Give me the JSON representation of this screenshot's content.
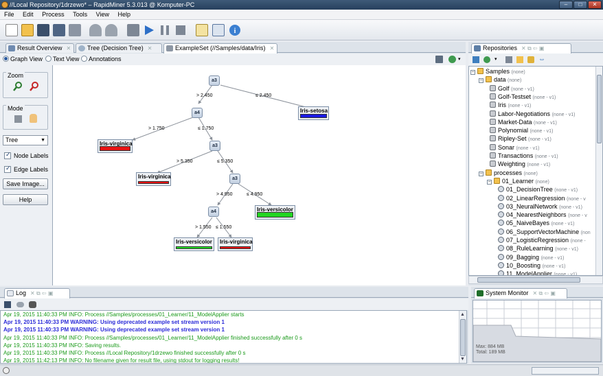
{
  "window": {
    "title": "//Local Repository/1drzewo* – RapidMiner 5.3.013 @ Komputer-PC",
    "min": "–",
    "max": "□",
    "close": "✕"
  },
  "menu": [
    "File",
    "Edit",
    "Process",
    "Tools",
    "View",
    "Help"
  ],
  "toolbar": {
    "icons": [
      "new-file-icon",
      "open-folder-icon",
      "save-icon",
      "save-as-icon",
      "print-icon",
      "undo-icon",
      "redo-icon",
      "stop-process-icon",
      "run-icon",
      "pause-icon",
      "stop-icon",
      "validate-icon",
      "wizard-icon",
      "info-icon"
    ]
  },
  "result_tabs": [
    {
      "label": "Result Overview"
    },
    {
      "label": "Tree (Decision Tree)"
    },
    {
      "label": "ExampleSet (//Samples/data/Iris)"
    }
  ],
  "view_modes": {
    "graph": "Graph View",
    "text": "Text View",
    "annotations": "Annotations"
  },
  "left_panel": {
    "zoom_label": "Zoom",
    "mode_label": "Mode",
    "tree_select": "Tree",
    "node_labels": "Node Labels",
    "edge_labels": "Edge Labels",
    "save_image": "Save Image...",
    "help": "Help"
  },
  "tree": {
    "nodes": {
      "n1": "a3",
      "n2": "a4",
      "n3": "a3",
      "n4": "a3",
      "n5": "a4"
    },
    "edges": {
      "e1": "> 2.450",
      "e2": "≤ 2.450",
      "e3": "> 1.750",
      "e4": "≤ 1.750",
      "e5": "> 5.350",
      "e6": "≤ 5.350",
      "e7": "> 4.950",
      "e8": "≤ 4.950",
      "e9": "> 1.550",
      "e10": "≤ 1.550"
    },
    "leaves": {
      "l1": "Iris-setosa",
      "l2": "Iris-virginica",
      "l3": "Iris-virginica",
      "l4": "Iris-versicolor",
      "l5": "Iris-versicolor",
      "l6": "Iris-virginica"
    },
    "colors": {
      "setosa": "#1a1ae6",
      "virginica": "#e81414",
      "versicolor": "#22d622"
    }
  },
  "repositories": {
    "title": "Repositories",
    "rows": [
      {
        "name": "Samples",
        "meta": "(none)"
      },
      {
        "name": "data",
        "meta": "(none)"
      },
      {
        "name": "Golf",
        "meta": "(none - v1)"
      },
      {
        "name": "Golf-Testset",
        "meta": "(none - v1)"
      },
      {
        "name": "Iris",
        "meta": "(none - v1)"
      },
      {
        "name": "Labor-Negotiations",
        "meta": "(none - v1)"
      },
      {
        "name": "Market-Data",
        "meta": "(none - v1)"
      },
      {
        "name": "Polynomial",
        "meta": "(none - v1)"
      },
      {
        "name": "Ripley-Set",
        "meta": "(none - v1)"
      },
      {
        "name": "Sonar",
        "meta": "(none - v1)"
      },
      {
        "name": "Transactions",
        "meta": "(none - v1)"
      },
      {
        "name": "Weighting",
        "meta": "(none - v1)"
      },
      {
        "name": "processes",
        "meta": "(none)"
      },
      {
        "name": "01_Learner",
        "meta": "(none)"
      },
      {
        "name": "01_DecisionTree",
        "meta": "(none - v1)"
      },
      {
        "name": "02_LinearRegression",
        "meta": "(none - v"
      },
      {
        "name": "03_NeuralNetwork",
        "meta": "(none - v1)"
      },
      {
        "name": "04_NearestNeighbors",
        "meta": "(none - v"
      },
      {
        "name": "05_NaiveBayes",
        "meta": "(none - v1)"
      },
      {
        "name": "06_SupportVectorMachine",
        "meta": "(non"
      },
      {
        "name": "07_LogisticRegression",
        "meta": "(none -"
      },
      {
        "name": "08_RuleLearning",
        "meta": "(none - v1)"
      },
      {
        "name": "09_Bagging",
        "meta": "(none - v1)"
      },
      {
        "name": "10_Boosting",
        "meta": "(none - v1)"
      },
      {
        "name": "11_ModelApplier",
        "meta": "(none - v1)"
      }
    ]
  },
  "log": {
    "title": "Log",
    "lines": [
      {
        "text": "Apr 19, 2015 11:40:33 PM INFO: Process //Samples/processes/01_Learner/11_ModelApplier starts",
        "kind": "info"
      },
      {
        "text": "Apr 19, 2015 11:40:33 PM WARNING: Using deprecated example set stream version 1",
        "kind": "warn"
      },
      {
        "text": "Apr 19, 2015 11:40:33 PM WARNING: Using deprecated example set stream version 1",
        "kind": "warn"
      },
      {
        "text": "Apr 19, 2015 11:40:33 PM INFO: Process //Samples/processes/01_Learner/11_ModelApplier finished successfully after 0 s",
        "kind": "info"
      },
      {
        "text": "Apr 19, 2015 11:40:33 PM INFO: Saving results.",
        "kind": "info"
      },
      {
        "text": "Apr 19, 2015 11:40:33 PM INFO: Process //Local Repository/1drzewo finished successfully after 0 s",
        "kind": "info"
      },
      {
        "text": "Apr 19, 2015 11:42:13 PM INFO: No filename given for result file, using stdout for logging results!",
        "kind": "info"
      }
    ],
    "colors": {
      "info": "#1a9a1a",
      "warn": "#2b2bd8"
    }
  },
  "system_monitor": {
    "title": "System Monitor",
    "max": "Max: 884 MB",
    "total": "Total: 189 MB"
  }
}
